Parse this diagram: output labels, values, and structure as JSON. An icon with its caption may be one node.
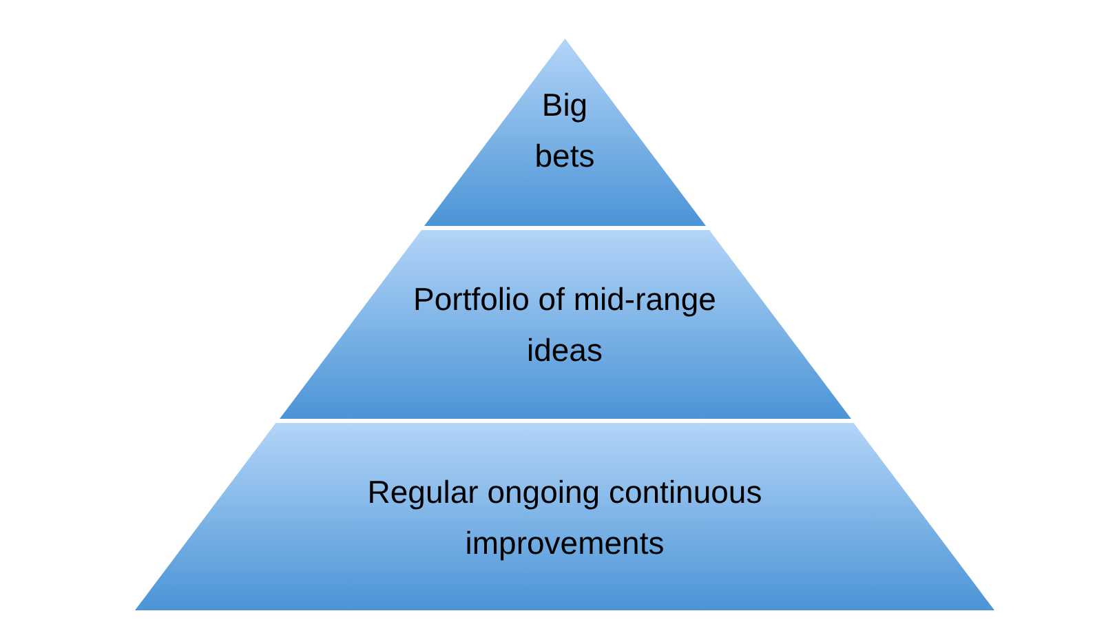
{
  "diagram": {
    "nodes": [
      {
        "text": [
          "Big bets"
        ]
      },
      {
        "text": [
          "Portfolio of mid-range ideas"
        ]
      },
      {
        "text": [
          "Regular ongoing continuous improvements"
        ]
      }
    ]
  }
}
